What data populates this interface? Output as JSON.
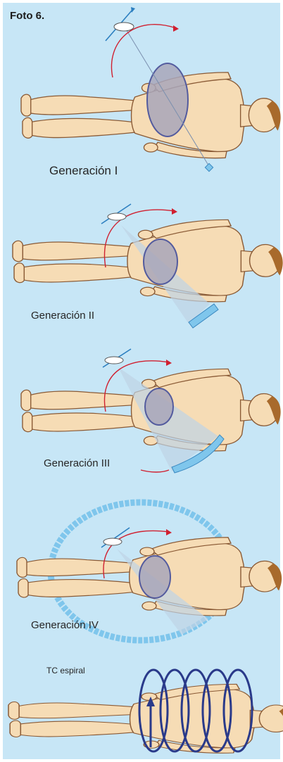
{
  "figure": {
    "title": "Foto 6.",
    "panels": [
      {
        "caption": "Generación I"
      },
      {
        "caption": "Generación II"
      },
      {
        "caption": "Generación III"
      },
      {
        "caption": "Generación IV"
      },
      {
        "caption": "TC espiral"
      }
    ]
  },
  "colors": {
    "background": "#c7e6f6",
    "skin": "#f6dcb5",
    "skin_outline": "#8a5a35",
    "hair": "#a86a2c",
    "slice_fill": "#a8a6ba",
    "slice_outline": "#535b9e",
    "arc_red": "#d02030",
    "arrow_blue": "#2c7fc0",
    "detector": "#7fc6ec",
    "spiral": "#2a3a8a"
  },
  "icons": [
    "x-ray-tube-icon",
    "detector-icon",
    "rotation-arrow-icon",
    "spiral-icon"
  ]
}
